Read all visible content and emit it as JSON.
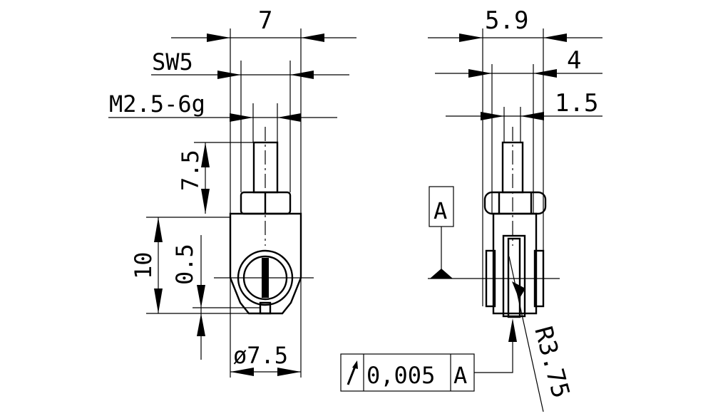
{
  "left_view": {
    "dim_width": "7",
    "dim_hex": "SW5",
    "dim_thread": "M2.5-6g",
    "dim_stud_length": "7.5",
    "dim_height": "10",
    "dim_offset": "0.5",
    "dim_diameter": "ø7.5"
  },
  "right_view": {
    "dim_width": "5.9",
    "dim_inner": "4",
    "dim_slot": "1.5",
    "datum_label": "A",
    "radius": "R3.75"
  },
  "tolerance_frame": {
    "symbol": "circular-runout",
    "value": "0,005",
    "datum": "A"
  }
}
